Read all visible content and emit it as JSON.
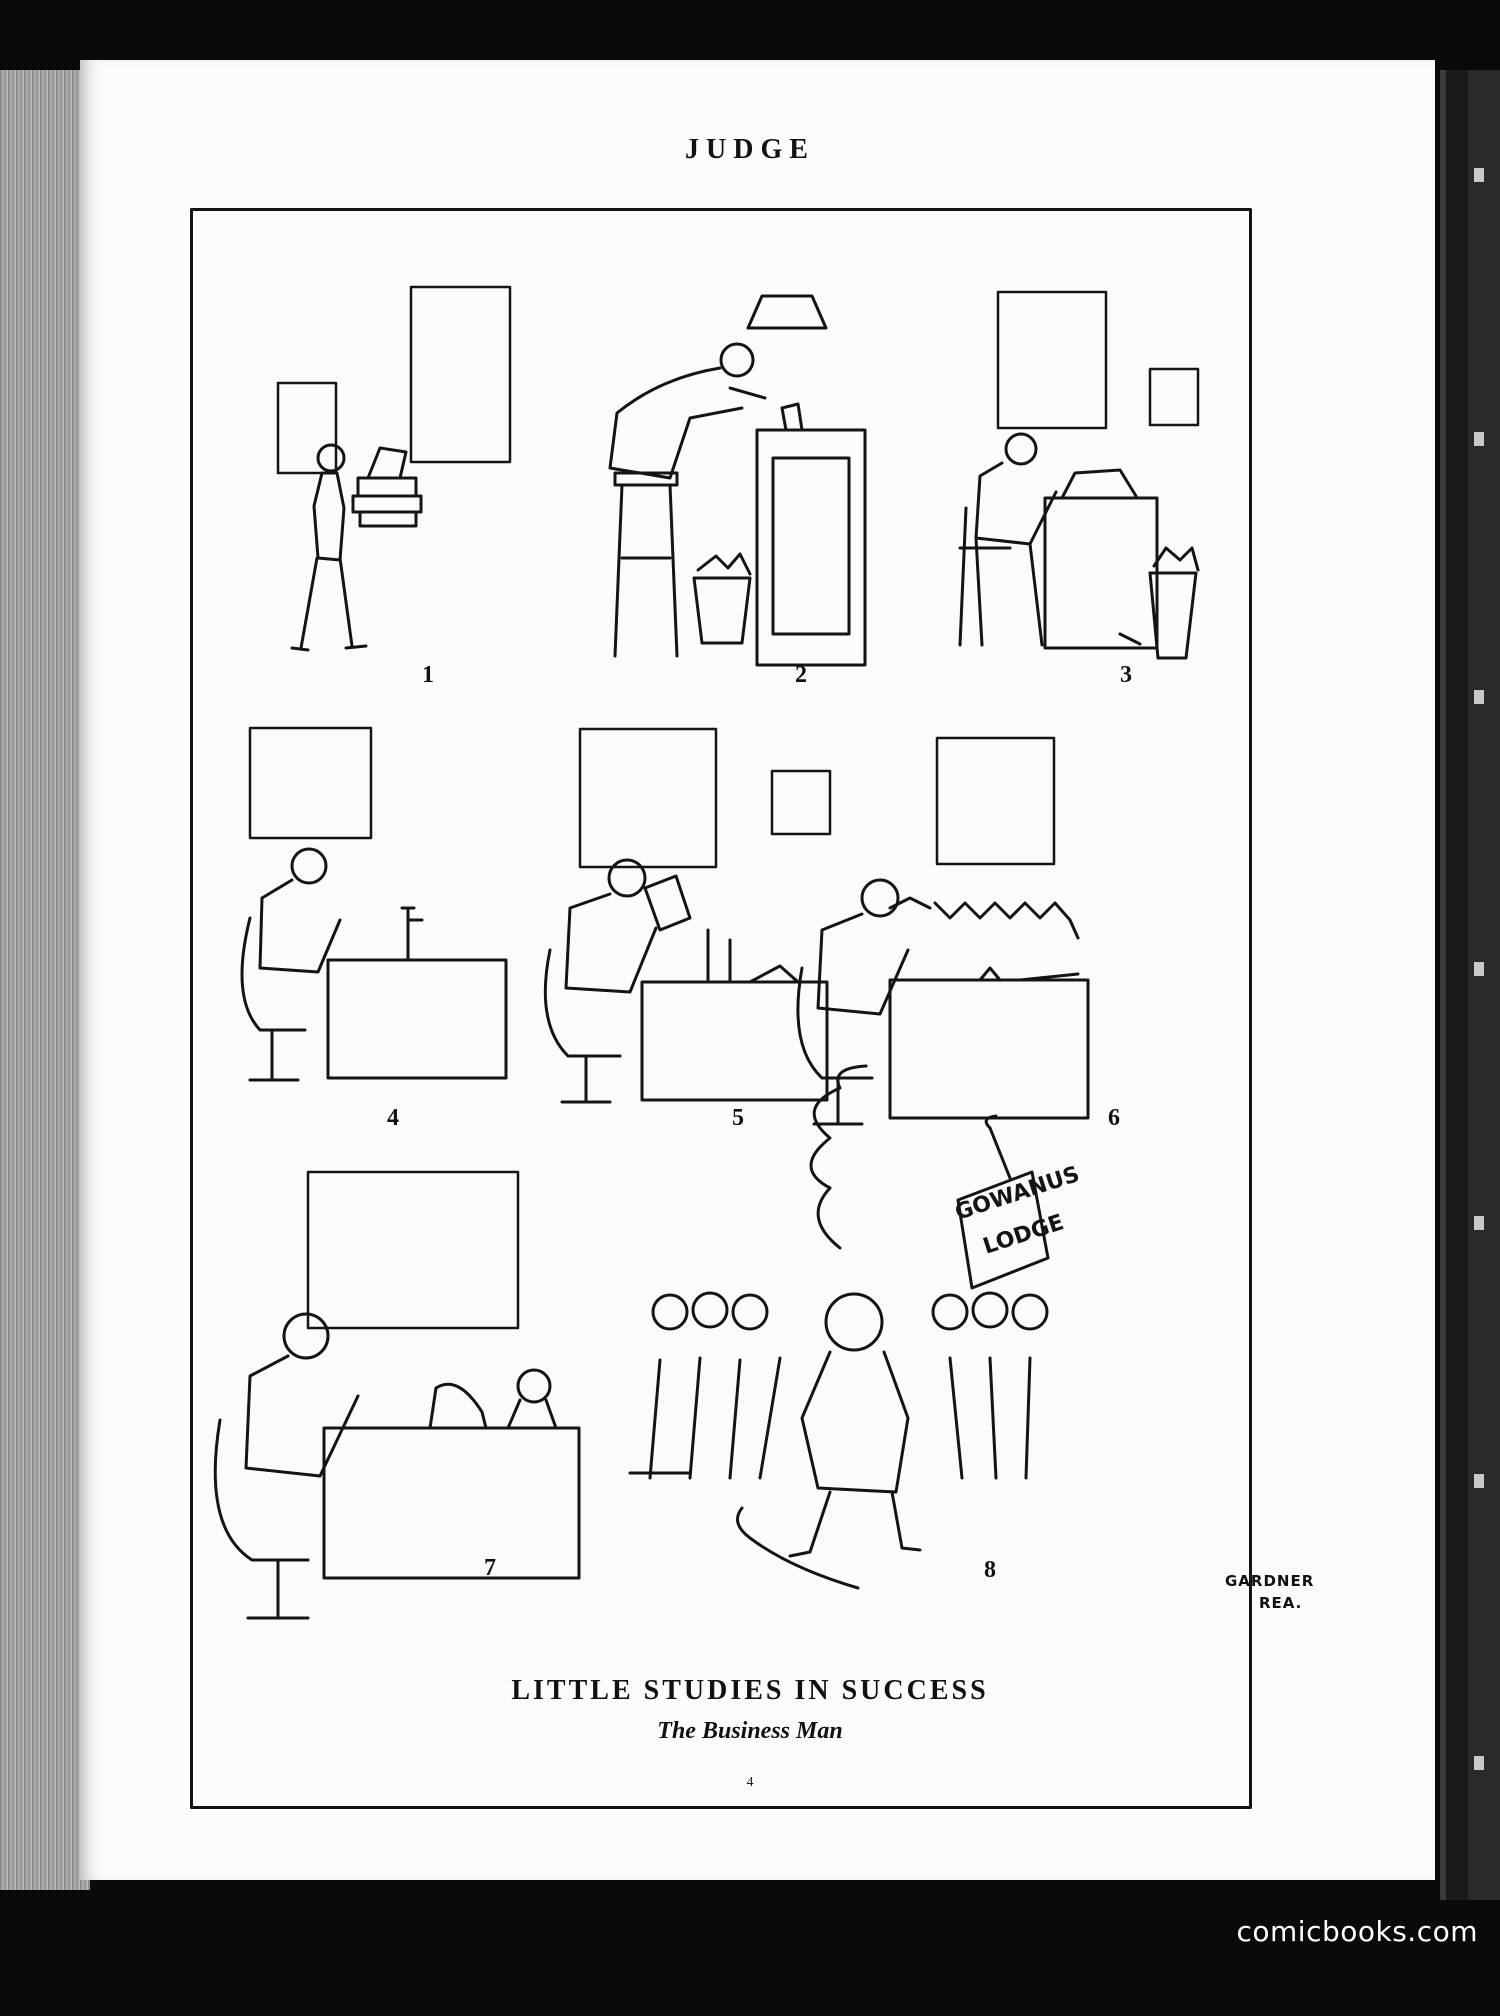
{
  "magazine": {
    "masthead": "JUDGE",
    "folio": "4"
  },
  "cartoon": {
    "title": "LITTLE STUDIES IN SUCCESS",
    "subtitle": "The Business Man",
    "signature_line1": "GARDNER",
    "signature_line2": "REA.",
    "banner_text_line1": "GOWANUS",
    "banner_text_line2": "LODGE",
    "panels": [
      {
        "number": "1"
      },
      {
        "number": "2"
      },
      {
        "number": "3"
      },
      {
        "number": "4"
      },
      {
        "number": "5"
      },
      {
        "number": "6"
      },
      {
        "number": "7"
      },
      {
        "number": "8"
      }
    ]
  },
  "watermark": "comicbooks.com"
}
